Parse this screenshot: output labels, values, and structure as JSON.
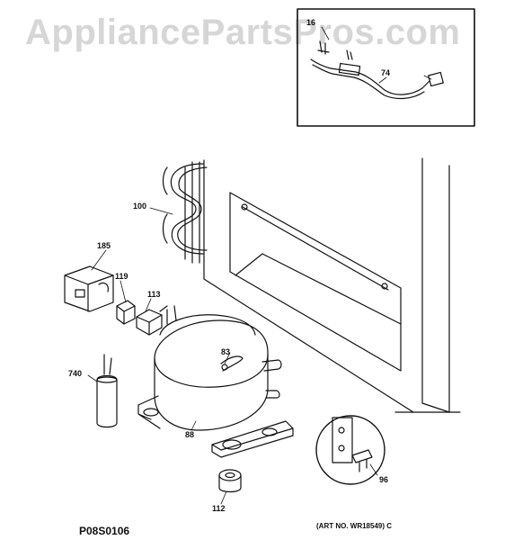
{
  "watermark": "AppliancePartsPros.com",
  "diagram_code": "P08S0106",
  "art_number": "(ART NO. WR18549) C",
  "callouts": {
    "c16": "16",
    "c74": "74",
    "c100": "100",
    "c185": "185",
    "c119": "119",
    "c113": "113",
    "c83": "83",
    "c740": "740",
    "c88": "88",
    "c112": "112",
    "c96": "96"
  }
}
